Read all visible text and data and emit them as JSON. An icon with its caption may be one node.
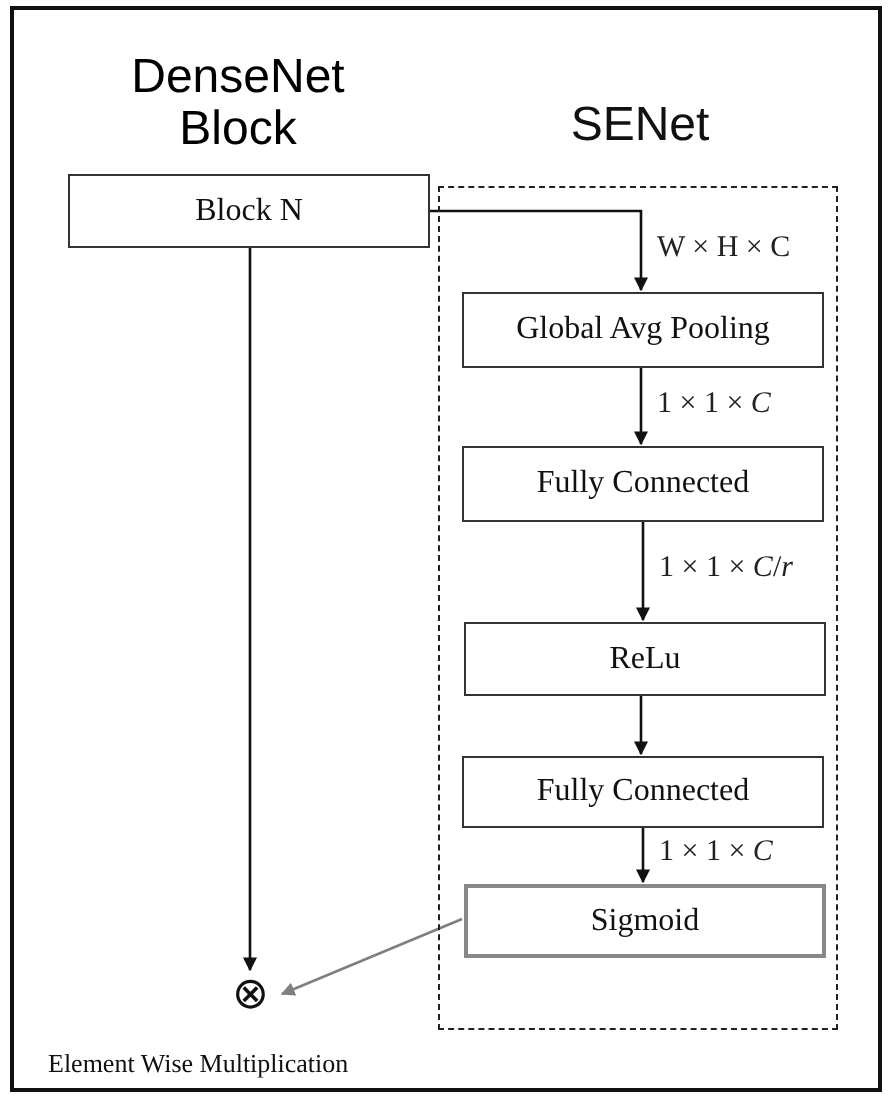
{
  "diagram": {
    "nodes": [
      {
        "text": [
          "Block N"
        ],
        "beside": [
          "DenseNet Block"
        ]
      },
      {
        "text": [
          "SENet"
        ]
      },
      {
        "text": [
          "Global Avg Pooling"
        ],
        "in": 1
      },
      {
        "text": [
          "Fully Connected"
        ],
        "in": 1
      },
      {
        "text": [
          "ReLu"
        ],
        "in": 1
      },
      {
        "text": [
          "Fully Connected"
        ],
        "in": 1
      },
      {
        "text": [
          "Sigmoid"
        ],
        "in": 1
      },
      {
        "text": [
          "⊗"
        ],
        "beside": [
          "Element Wise Multiplication"
        ]
      }
    ],
    "edges": [
      {
        "from": 0,
        "to": 2,
        "arrow": "to",
        "label": "W × H × C"
      },
      {
        "from": 2,
        "to": 3,
        "arrow": "to",
        "label": "1 × 1 × *C*"
      },
      {
        "from": 3,
        "to": 4,
        "arrow": "to",
        "label": "1 × 1 × *C*/*r*"
      },
      {
        "from": 4,
        "to": 5,
        "arrow": "to"
      },
      {
        "from": 5,
        "to": 6,
        "arrow": "to",
        "label": "1 × 1 × *C*"
      },
      {
        "from": 0,
        "to": 7,
        "arrow": "to"
      },
      {
        "from": 6,
        "to": 7,
        "arrow": "to",
        "color": "#7f7f7f"
      }
    ]
  }
}
